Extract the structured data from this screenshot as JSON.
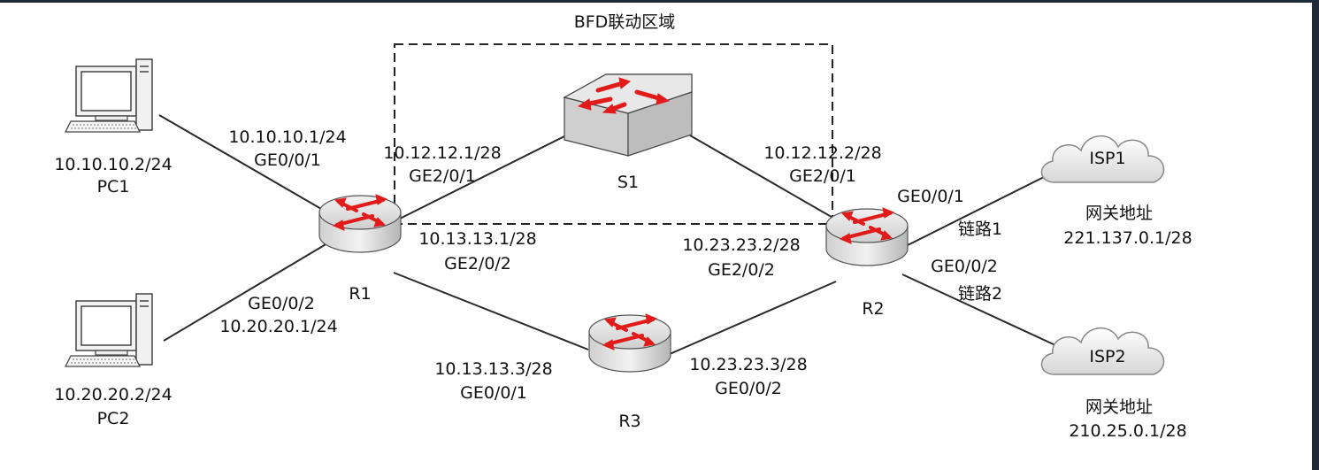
{
  "zone_title": "BFD联动区域",
  "nodes": {
    "pc1": {
      "ip": "10.10.10.2/24",
      "name": "PC1",
      "icon": "pc-icon"
    },
    "pc2": {
      "ip": "10.20.20.2/24",
      "name": "PC2",
      "icon": "pc-icon"
    },
    "r1": {
      "name": "R1",
      "icon": "router-icon"
    },
    "r2": {
      "name": "R2",
      "icon": "router-icon"
    },
    "r3": {
      "name": "R3",
      "icon": "router-icon"
    },
    "s1": {
      "name": "S1",
      "icon": "switch-icon"
    },
    "isp1": {
      "name": "ISP1",
      "gw_label": "网关地址",
      "gw_ip": "221.137.0.1/28",
      "icon": "cloud-icon"
    },
    "isp2": {
      "name": "ISP2",
      "gw_label": "网关地址",
      "gw_ip": "210.25.0.1/28",
      "icon": "cloud-icon"
    }
  },
  "interfaces": {
    "r1_pc1_ip": "10.10.10.1/24",
    "r1_pc1_port": "GE0/0/1",
    "r1_pc2_port": "GE0/0/2",
    "r1_pc2_ip": "10.20.20.1/24",
    "r1_s1_ip": "10.12.12.1/28",
    "r1_s1_port": "GE2/0/1",
    "r1_r3_ip": "10.13.13.1/28",
    "r1_r3_port": "GE2/0/2",
    "r2_s1_ip": "10.12.12.2/28",
    "r2_s1_port": "GE2/0/1",
    "r2_r3_ip": "10.23.23.2/28",
    "r2_r3_port": "GE2/0/2",
    "r2_isp1_port": "GE0/0/1",
    "r2_isp1_link": "链路1",
    "r2_isp2_port": "GE0/0/2",
    "r2_isp2_link": "链路2",
    "r3_r1_ip": "10.13.13.3/28",
    "r3_r1_port": "GE0/0/1",
    "r3_r2_ip": "10.23.23.3/28",
    "r3_r2_port": "GE0/0/2"
  },
  "colors": {
    "arrow": "#e11a1a",
    "device_top": "#dcdcdc",
    "device_side": "#bdbdbd",
    "line": "#2b2b2b"
  }
}
